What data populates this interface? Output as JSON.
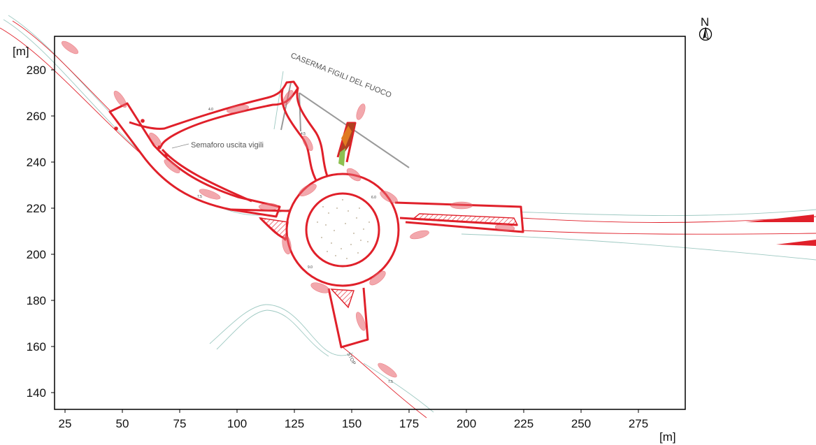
{
  "diagram": {
    "x_unit": "[m]",
    "y_unit": "[m]",
    "x_ticks": [
      "25",
      "50",
      "75",
      "100",
      "125",
      "150",
      "175",
      "200",
      "225",
      "250",
      "275"
    ],
    "y_ticks": [
      "280",
      "260",
      "240",
      "220",
      "200",
      "180",
      "160",
      "140"
    ],
    "north_label": "N",
    "building_label": "CASERMA FIGILI DEL FUOCO",
    "semaphore_label": "Semaforo uscita vigili",
    "markers": [
      "4.0",
      "4.5",
      "6.0",
      "9.0",
      "7.5",
      "7.5"
    ],
    "road_mark": "STOP",
    "colors": {
      "road_outline": "#e0202a",
      "swept_path": "#e8606a",
      "guide_line": "#9ec9c2",
      "frame": "#000000"
    }
  }
}
